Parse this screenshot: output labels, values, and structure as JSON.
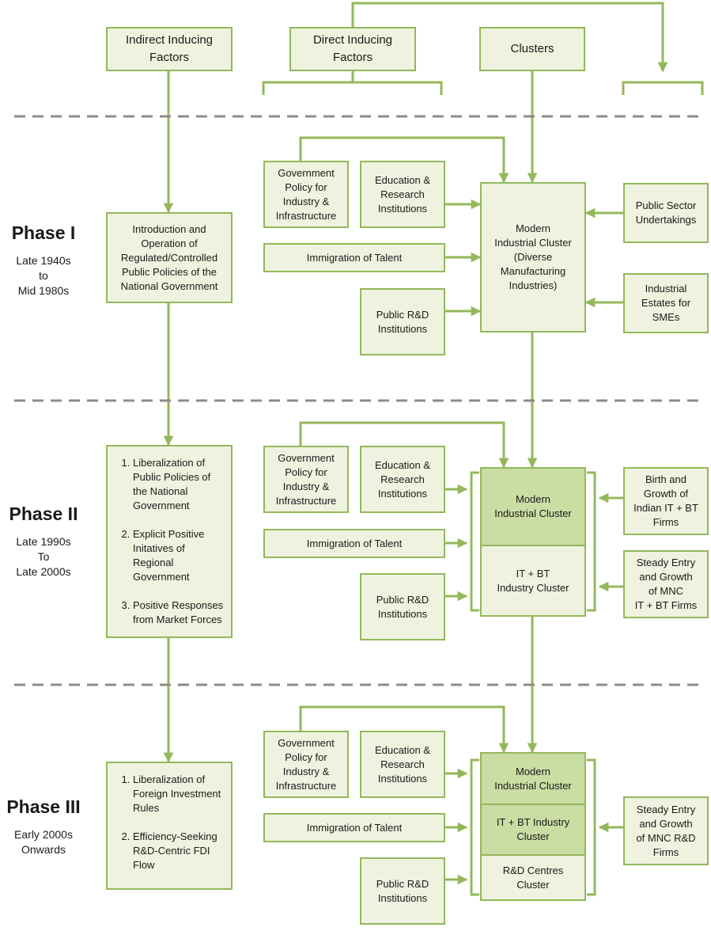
{
  "headers": {
    "indirect": "Indirect Inducing\nFactors",
    "direct": "Direct Inducing\nFactors",
    "clusters": "Clusters"
  },
  "phases": [
    {
      "title": "Phase I",
      "period": "Late 1940s\nto\nMid 1980s",
      "indirect": "Introduction and\nOperation of\nRegulated/Controlled\nPublic Policies of the\nNational Government",
      "gov_policy": "Government\nPolicy for\nIndustry &\nInfrastructure",
      "education": "Education &\nResearch\nInstitutions",
      "immigration": "Immigration of Talent",
      "public_rd": "Public R&D\nInstitutions",
      "cluster": "Modern\nIndustrial Cluster\n(Diverse\nManufacturing\nIndustries)",
      "right": [
        "Public Sector\nUndertakings",
        "Industrial\nEstates for\nSMEs"
      ]
    },
    {
      "title": "Phase II",
      "period": "Late 1990s\nTo\nLate 2000s",
      "indirect_items": [
        "Liberalization of\nPublic Policies of\nthe National\nGovernment",
        "Explicit Positive\nInitatives of\nRegional\nGovernment",
        "Positive Responses\nfrom Market Forces"
      ],
      "gov_policy": "Government\nPolicy for\nIndustry &\nInfrastructure",
      "education": "Education &\nResearch\nInstitutions",
      "immigration": "Immigration of Talent",
      "public_rd": "Public R&D\nInstitutions",
      "clusters": [
        "Modern\nIndustrial Cluster",
        "IT + BT\nIndustry Cluster"
      ],
      "right": [
        "Birth and\nGrowth of\nIndian IT + BT\nFirms",
        "Steady Entry\nand Growth\nof MNC\nIT + BT Firms"
      ]
    },
    {
      "title": "Phase III",
      "period": "Early 2000s\nOnwards",
      "indirect_items": [
        "Liberalization of\nForeign Investment\nRules",
        "Efficiency-Seeking\nR&D-Centric FDI\nFlow"
      ],
      "gov_policy": "Government\nPolicy for\nIndustry &\nInfrastructure",
      "education": "Education &\nResearch\nInstitutions",
      "immigration": "Immigration of Talent",
      "public_rd": "Public R&D\nInstitutions",
      "clusters": [
        "Modern\nIndustrial Cluster",
        "IT + BT Industry\nCluster",
        "R&D Centres\nCluster"
      ],
      "right": [
        "Steady Entry\nand Growth\nof MNC R&D\nFirms"
      ]
    }
  ],
  "colors": {
    "border": "#93b85a",
    "fill": "#eef2df",
    "fill_dark": "#cadda3",
    "dash": "#8c8c8c"
  }
}
